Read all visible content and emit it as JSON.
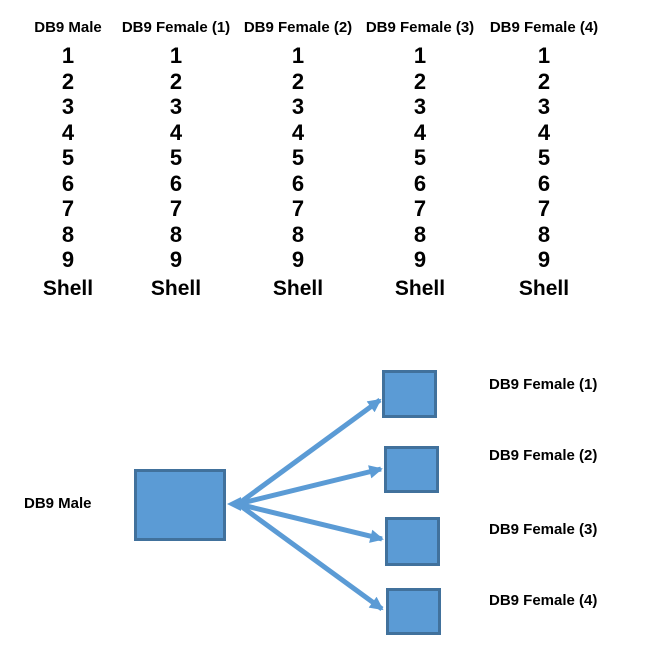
{
  "pin_table": {
    "columns": [
      {
        "header": "DB9 Male",
        "cells": [
          "1",
          "2",
          "3",
          "4",
          "5",
          "6",
          "7",
          "8",
          "9",
          "Shell"
        ]
      },
      {
        "header": "DB9 Female (1)",
        "cells": [
          "1",
          "2",
          "3",
          "4",
          "5",
          "6",
          "7",
          "8",
          "9",
          "Shell"
        ]
      },
      {
        "header": "DB9 Female (2)",
        "cells": [
          "1",
          "2",
          "3",
          "4",
          "5",
          "6",
          "7",
          "8",
          "9",
          "Shell"
        ]
      },
      {
        "header": "DB9 Female (3)",
        "cells": [
          "1",
          "2",
          "3",
          "4",
          "5",
          "6",
          "7",
          "8",
          "9",
          "Shell"
        ]
      },
      {
        "header": "DB9 Female (4)",
        "cells": [
          "1",
          "2",
          "3",
          "4",
          "5",
          "6",
          "7",
          "8",
          "9",
          "Shell"
        ]
      }
    ]
  },
  "diagram": {
    "male_label": "DB9 Male",
    "female_labels": [
      "DB9 Female (1)",
      "DB9 Female (2)",
      "DB9 Female (3)",
      "DB9 Female (4)"
    ],
    "colors": {
      "box_fill": "#5B9BD5",
      "box_border": "#41719C",
      "arrow": "#5B9BD5"
    }
  }
}
